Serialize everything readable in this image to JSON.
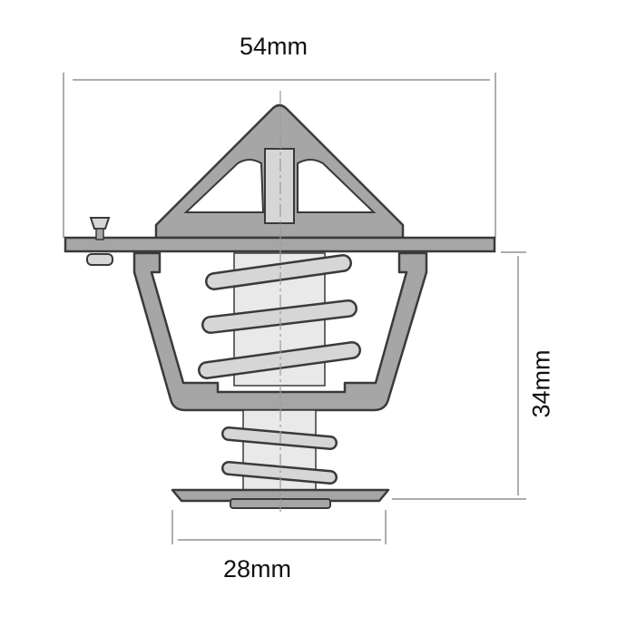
{
  "dimensions": {
    "overall_width": "54mm",
    "body_height": "34mm",
    "base_width": "28mm"
  },
  "colors": {
    "outline": "#3a3a3a",
    "fill_dark": "#a6a6a6",
    "fill_light": "#d6d6d6",
    "fill_pale": "#e9e9e9",
    "dimension_line": "#7a7a7a",
    "centerline": "#9a9a9a"
  }
}
